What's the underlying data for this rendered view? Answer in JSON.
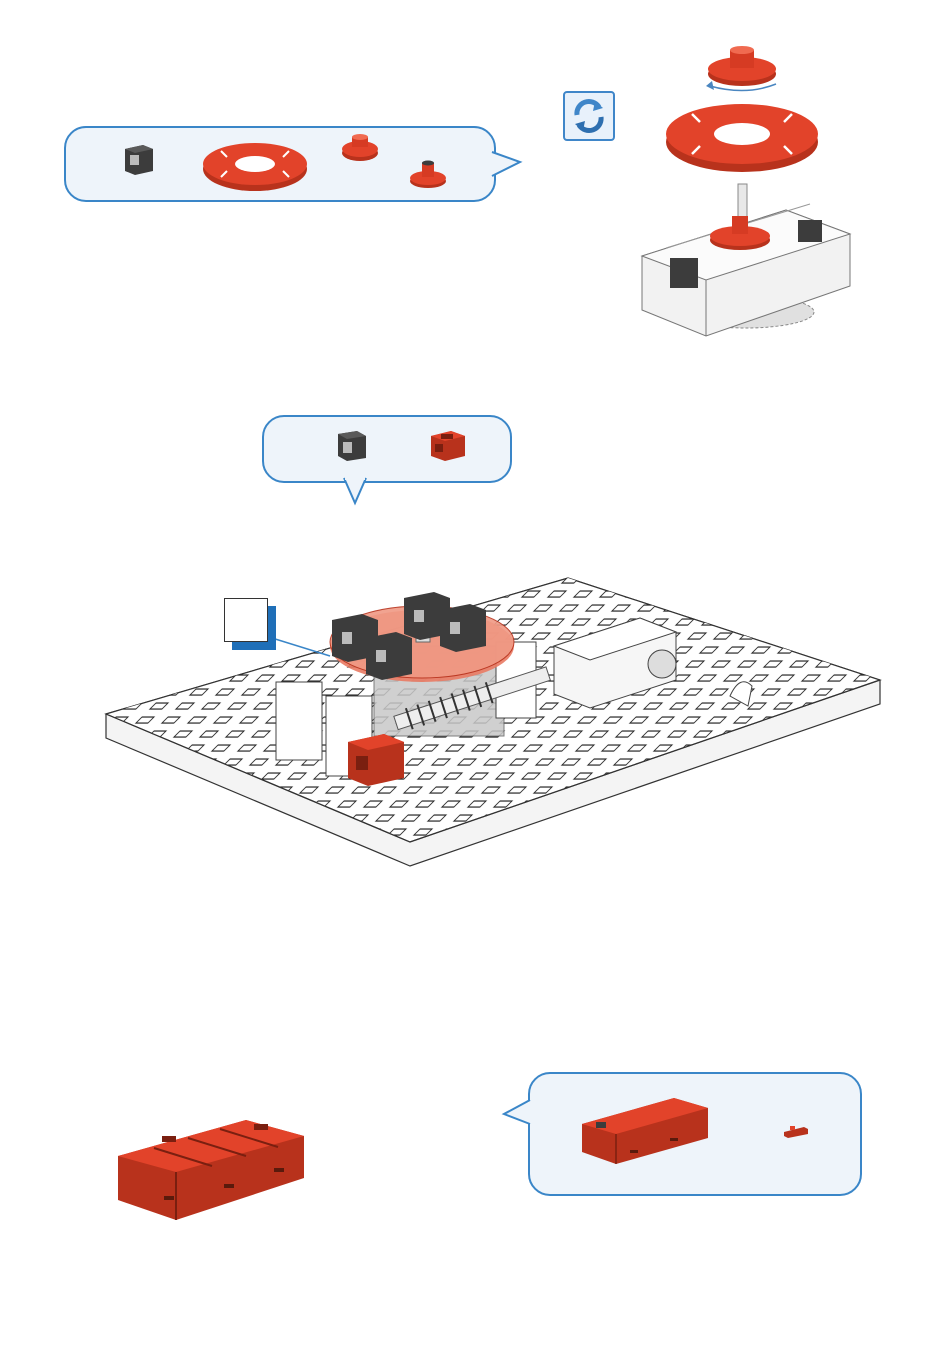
{
  "page": {
    "background": "#ffffff"
  },
  "colors": {
    "part_red": "#e2432a",
    "part_red_dark": "#b8321c",
    "part_black": "#3c3c3c",
    "bubble_border": "#3a86c8",
    "bubble_fill": "#eef4fa",
    "rotate_icon": "#3f86c9"
  },
  "steps": [
    {
      "id": "step-1",
      "parts_callout": {
        "icons": [
          "black-building-block-icon",
          "red-turntable-disc-icon",
          "red-hub-nut-icon",
          "red-flange-nut-icon"
        ]
      },
      "action_icon": "rotate-icon",
      "assembly": "turntable-on-gearbox"
    },
    {
      "id": "step-2",
      "parts_callout": {
        "icons": [
          "black-building-block-icon",
          "red-angle-block-icon"
        ]
      },
      "assembly": "baseplate-with-worm-drive"
    },
    {
      "id": "step-3",
      "parts_callout": {
        "icons": [
          "red-battery-box-icon",
          "red-small-clip-icon"
        ]
      },
      "assembly": "battery-box"
    }
  ]
}
